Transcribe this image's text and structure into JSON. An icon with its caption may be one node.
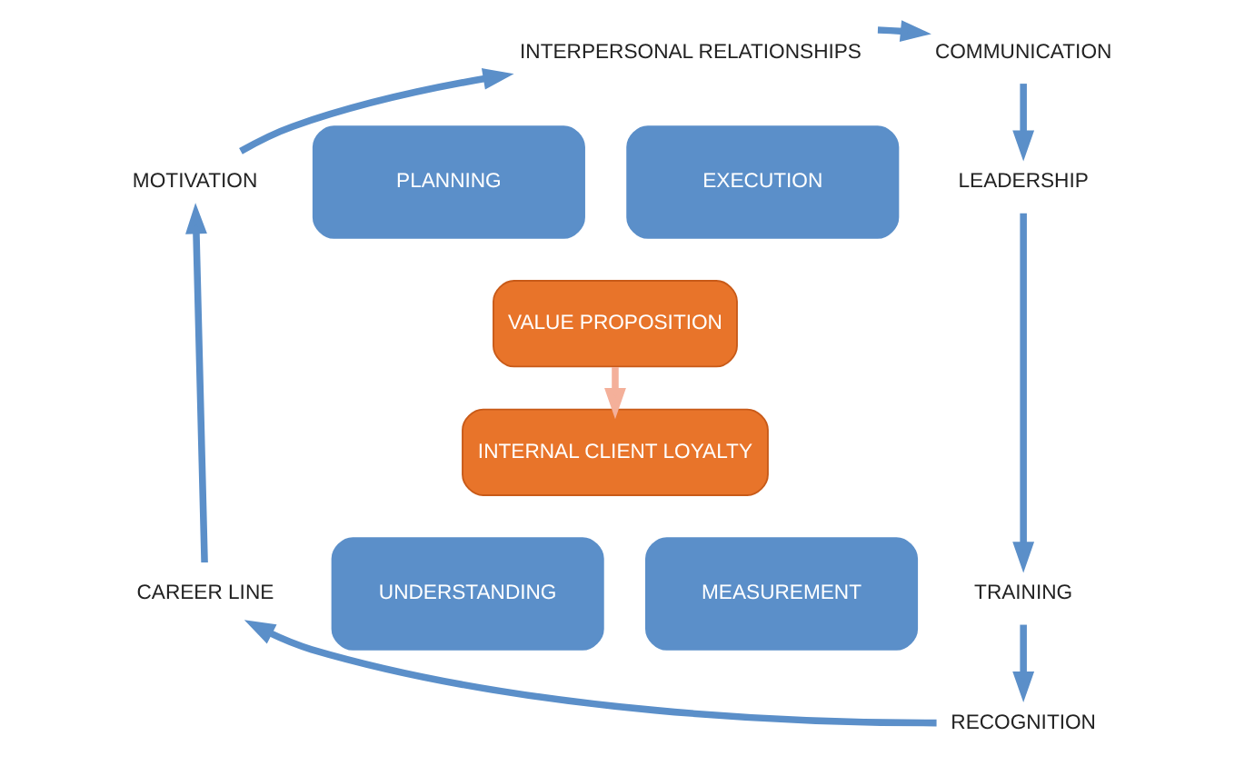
{
  "diagram": {
    "nodes": [
      {
        "text": [
          "INTERPERSONAL RELATIONSHIPS"
        ]
      },
      {
        "text": [
          "COMMUNICATION"
        ]
      },
      {
        "text": [
          "LEADERSHIP"
        ]
      },
      {
        "text": [
          "TRAINING"
        ]
      },
      {
        "text": [
          "RECOGNITION"
        ]
      },
      {
        "text": [
          "CAREER LINE"
        ]
      },
      {
        "text": [
          "MOTIVATION"
        ]
      },
      {
        "text": [
          "PLANNING"
        ]
      },
      {
        "text": [
          "EXECUTION"
        ]
      },
      {
        "text": [
          "MEASUREMENT"
        ]
      },
      {
        "text": [
          "UNDERSTANDING"
        ]
      },
      {
        "text": [
          "VALUE PROPOSITION"
        ]
      },
      {
        "text": [
          "INTERNAL CLIENT LOYALTY"
        ]
      }
    ],
    "edges": [
      {
        "from": 0,
        "to": 1,
        "arrow": "to"
      },
      {
        "from": 1,
        "to": 2,
        "arrow": "to"
      },
      {
        "from": 2,
        "to": 3,
        "arrow": "to"
      },
      {
        "from": 3,
        "to": 4,
        "arrow": "to"
      },
      {
        "from": 4,
        "to": 5,
        "arrow": "to"
      },
      {
        "from": 5,
        "to": 6,
        "arrow": "to"
      },
      {
        "from": 6,
        "to": 0,
        "arrow": "to"
      },
      {
        "from": 11,
        "to": 12,
        "arrow": "to",
        "color": "#f4b09a"
      }
    ]
  }
}
